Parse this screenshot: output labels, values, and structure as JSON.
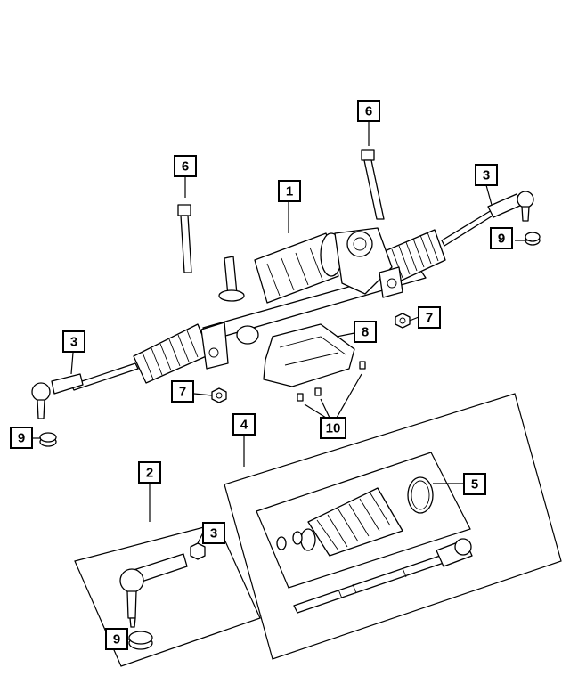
{
  "callouts": {
    "c1": "1",
    "c2": "2",
    "c3_right": "3",
    "c3_left": "3",
    "c3_detail": "3",
    "c4": "4",
    "c5": "5",
    "c6_left": "6",
    "c6_right": "6",
    "c7_right": "7",
    "c7_left": "7",
    "c8": "8",
    "c9_right": "9",
    "c9_left": "9",
    "c9_detail": "9",
    "c10": "10"
  }
}
